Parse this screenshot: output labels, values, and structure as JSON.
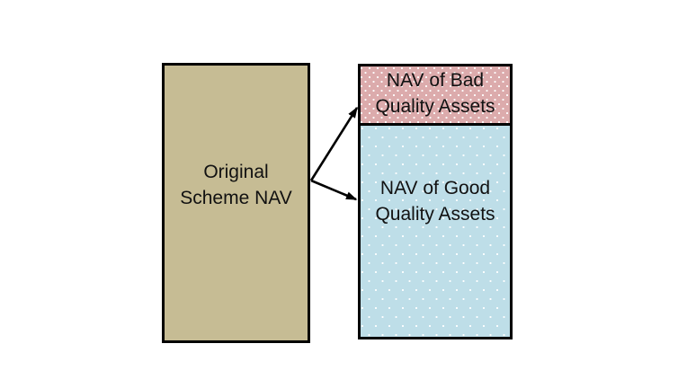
{
  "diagram": {
    "title": "Scheme NAV split diagram",
    "source_box": {
      "lines": [
        "Original",
        "Scheme NAV"
      ],
      "label": "Original Scheme NAV",
      "fill": "#c6bc94"
    },
    "bad_box": {
      "lines": [
        "NAV of Bad",
        "Quality Assets"
      ],
      "label": "NAV of Bad Quality Assets",
      "fill": "#dcabac",
      "pattern_dot_color": "#ffffff"
    },
    "good_box": {
      "lines": [
        "NAV of Good",
        "Quality Assets"
      ],
      "label": "NAV of Good Quality Assets",
      "fill": "#bedee8",
      "pattern_dot_color": "#ffffff"
    },
    "colors": {
      "background": "#ffffff",
      "border": "#000000",
      "arrow": "#000000",
      "text": "#111111"
    }
  }
}
